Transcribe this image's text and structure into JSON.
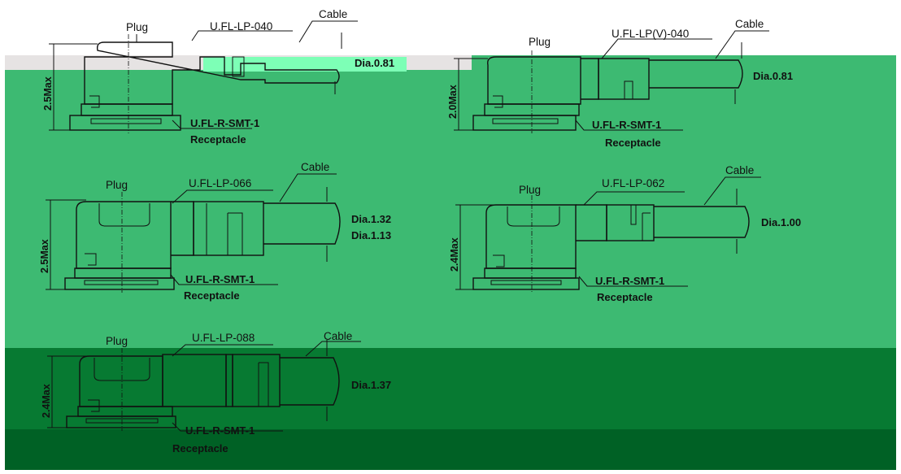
{
  "colors": {
    "strip_gray": "#e6e3e3",
    "green": "#3dba72",
    "mint": "#7dffb6",
    "dark_green": "#077a32",
    "darker_green": "#006125",
    "ink": "#111111"
  },
  "diagrams": [
    {
      "plug": "Plug",
      "part": "U.FL-LP-040",
      "cable": "Cable",
      "dia": [
        "Dia.0.81"
      ],
      "height": "2.5Max",
      "receptacle_part": "U.FL-R-SMT-1",
      "receptacle": "Receptacle"
    },
    {
      "plug": "Plug",
      "part": "U.FL-LP(V)-040",
      "cable": "Cable",
      "dia": [
        "Dia.0.81"
      ],
      "height": "2.0Max",
      "receptacle_part": "U.FL-R-SMT-1",
      "receptacle": "Receptacle"
    },
    {
      "plug": "Plug",
      "part": "U.FL-LP-066",
      "cable": "Cable",
      "dia": [
        "Dia.1.32",
        "Dia.1.13"
      ],
      "height": "2.5Max",
      "receptacle_part": "U.FL-R-SMT-1",
      "receptacle": "Receptacle"
    },
    {
      "plug": "Plug",
      "part": "U.FL-LP-062",
      "cable": "Cable",
      "dia": [
        "Dia.1.00"
      ],
      "height": "2.4Max",
      "receptacle_part": "U.FL-R-SMT-1",
      "receptacle": "Receptacle"
    },
    {
      "plug": "Plug",
      "part": "U.FL-LP-088",
      "cable": "Cable",
      "dia": [
        "Dia.1.37"
      ],
      "height": "2.4Max",
      "receptacle_part": "U.FL-R-SMT-1",
      "receptacle": "Receptacle"
    }
  ]
}
